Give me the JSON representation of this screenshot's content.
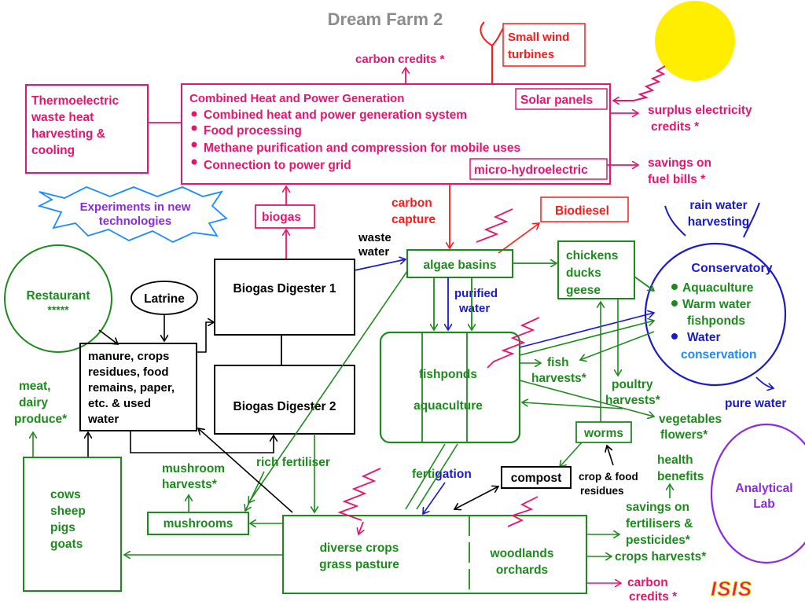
{
  "title": "Dream Farm 2",
  "colors": {
    "green": "#1e8a1e",
    "black": "#000000",
    "magenta": "#e8146e",
    "red": "#ff1a1a",
    "blue": "#1a1acc",
    "purple": "#8a2be2",
    "sun": "#ffee00",
    "gray": "#8c8c8c"
  },
  "chp": {
    "title": "Combined Heat and Power Generation",
    "items": [
      "Combined heat and power generation system",
      "Food processing",
      "Methane purification and compression for mobile uses",
      "Connection to power grid"
    ],
    "solar": "Solar panels",
    "hydro": "micro-hydroelectric"
  },
  "thermo": [
    "Thermoelectric",
    "waste heat",
    "harvesting &",
    "cooling"
  ],
  "experiments": [
    "Experiments in new",
    "technologies"
  ],
  "carbon_credits_top": "carbon credits *",
  "wind": [
    "Small wind",
    "turbines"
  ],
  "surplus": [
    "surplus electricity",
    "credits *"
  ],
  "savings_fuel": [
    "savings on",
    "fuel bills *"
  ],
  "biogas": "biogas",
  "carbon_capture": [
    "carbon",
    "capture"
  ],
  "biodiesel": "Biodiesel",
  "rainwater": [
    "rain water",
    "harvesting"
  ],
  "conservatory": {
    "title": "Conservatory",
    "items": [
      "Aquaculture",
      "Warm water",
      "fishponds",
      "Water",
      "conservation"
    ]
  },
  "pure_water": "pure water",
  "restaurant": [
    "Restaurant",
    "*****"
  ],
  "latrine": "Latrine",
  "digester1": "Biogas Digester 1",
  "digester2": "Biogas Digester 2",
  "waste_water": [
    "waste",
    "water"
  ],
  "algae": "algae basins",
  "purified": [
    "purified",
    "water"
  ],
  "poultry": [
    "chickens",
    "ducks",
    "geese"
  ],
  "manure": [
    "manure, crops",
    "residues, food",
    "remains, paper,",
    "etc.  &  used",
    "water"
  ],
  "meat": [
    "meat,",
    "dairy",
    "produce*"
  ],
  "fishponds": [
    "fishponds",
    "aquaculture"
  ],
  "fish_harvests": [
    "fish",
    "harvests*"
  ],
  "poultry_harvests": [
    "poultry",
    "harvests*"
  ],
  "vegetables": [
    "vegetables",
    "flowers*"
  ],
  "worms": "worms",
  "health": [
    "health",
    "benefits"
  ],
  "analytical": [
    "Analytical",
    "Lab"
  ],
  "compost": "compost",
  "residues": [
    "crop & food",
    "residues"
  ],
  "rich_fertiliser": "rich fertiliser",
  "mushroom_harvests": [
    "mushroom",
    "harvests*"
  ],
  "mushrooms": "mushrooms",
  "fertigation_a": "ferti",
  "fertigation_b": "gation",
  "livestock": [
    "cows",
    "sheep",
    "pigs",
    "goats"
  ],
  "crops": [
    "diverse crops",
    "grass pasture"
  ],
  "woodlands": [
    "woodlands",
    "orchards"
  ],
  "savings_fert": [
    "savings on",
    "fertilisers &",
    "pesticides*"
  ],
  "crops_harvests": "crops harvests*",
  "carbon_credits_bottom": [
    "carbon",
    "credits *"
  ],
  "logo": "ISIS"
}
